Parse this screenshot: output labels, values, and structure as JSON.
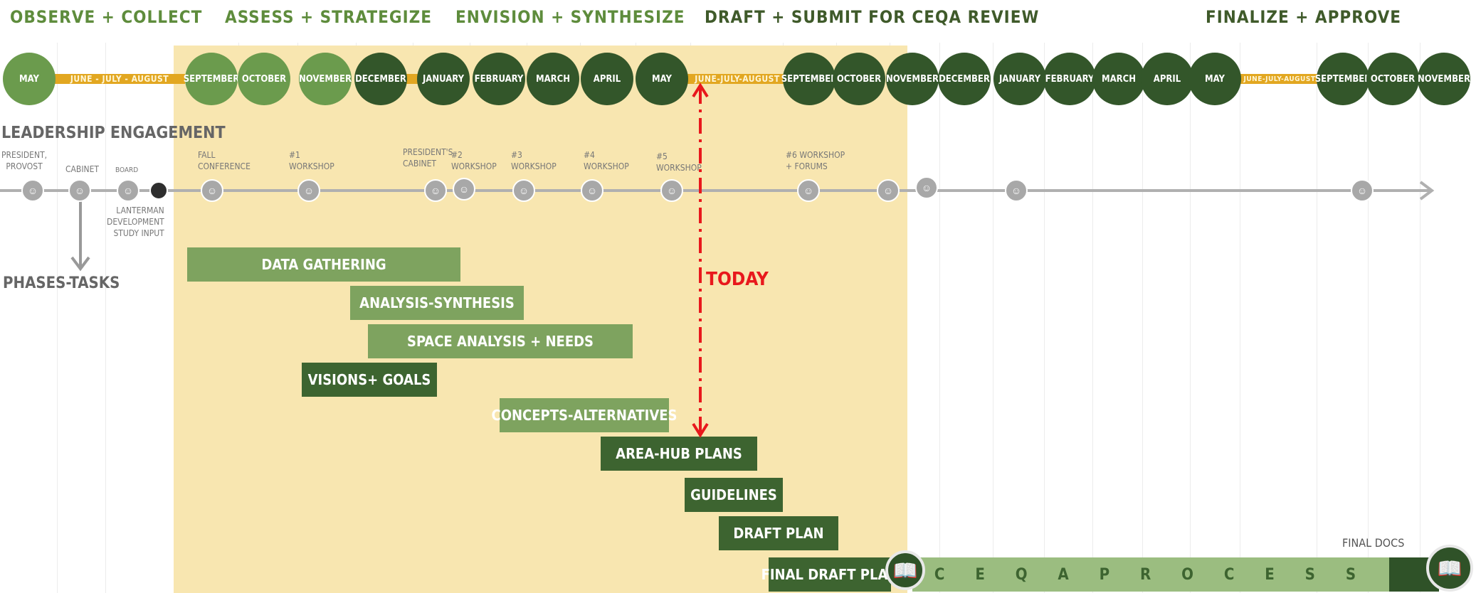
{
  "phases": [
    {
      "label": "OBSERVE + COLLECT"
    },
    {
      "label": "ASSESS + STRATEGIZE"
    },
    {
      "label": "ENVISION + SYNTHESIZE"
    },
    {
      "label": "DRAFT + SUBMIT FOR CEQA REVIEW"
    },
    {
      "label": "FINALIZE + APPROVE"
    }
  ],
  "months": [
    "MAY",
    "SEPTEMBER",
    "OCTOBER",
    "NOVEMBER",
    "DECEMBER",
    "JANUARY",
    "FEBRUARY",
    "MARCH",
    "APRIL",
    "MAY",
    "SEPTEMBER",
    "OCTOBER",
    "NOVEMBER",
    "DECEMBER",
    "JANUARY",
    "FEBRUARY",
    "MARCH",
    "APRIL",
    "MAY",
    "SEPTEMBER",
    "OCTOBER",
    "NOVEMBER"
  ],
  "summer_bars": [
    "JUNE - JULY - AUGUST",
    "JUNE-JULY-AUGUST",
    "JUNE-JULY-AUGUST"
  ],
  "leadership": {
    "title": "LEADERSHIP ENGAGEMENT",
    "events": [
      "PRESIDENT,\nPROVOST",
      "CABINET",
      "BOARD",
      "LANTERMAN\nDEVELOPMENT\nSTUDY INPUT",
      "FALL\nCONFERENCE",
      "#1\nWORKSHOP",
      "PRESIDENT'S\nCABINET",
      "#2\nWORKSHOP",
      "#3\nWORKSHOP",
      "#4\nWORKSHOP",
      "#5\nWORKSHOP",
      "#6 WORKSHOP\n+ FORUMS"
    ]
  },
  "phases_tasks_label": "PHASES-TASKS",
  "tasks": [
    "DATA GATHERING",
    "ANALYSIS-SYNTHESIS",
    "SPACE ANALYSIS + NEEDS",
    "VISIONS+ GOALS",
    "CONCEPTS-ALTERNATIVES",
    "AREA-HUB PLANS",
    "GUIDELINES",
    "DRAFT PLAN",
    "FINAL DRAFT PLAN"
  ],
  "today_label": "TODAY",
  "ceqa_label": "C E Q A   P R O C E S S",
  "final_docs_label": "FINAL DOCS",
  "colors": {
    "highlight": "#f8e6b0",
    "light_green": "#6b9b4d",
    "dark_green": "#33562a",
    "gold": "#e2a721",
    "today": "#e8181c"
  }
}
